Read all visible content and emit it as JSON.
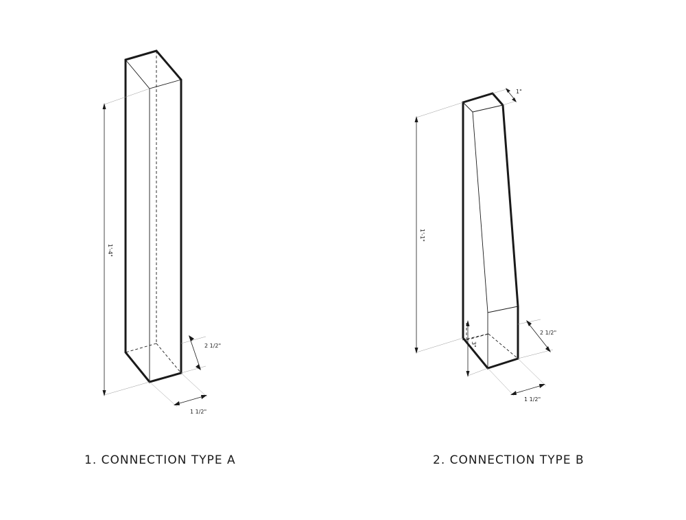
{
  "diagram": {
    "type_a": {
      "caption": "1. CONNECTION TYPE A",
      "height_dim": "1'-4\"",
      "depth_dim": "2 1/2\"",
      "width_dim": "1 1/2\""
    },
    "type_b": {
      "caption": "2. CONNECTION TYPE B",
      "height_dim": "1'-1\"",
      "top_offset_dim": "1\"",
      "base_height_dim": "3\"",
      "depth_dim": "2 1/2\"",
      "width_dim": "1 1/2\""
    }
  }
}
